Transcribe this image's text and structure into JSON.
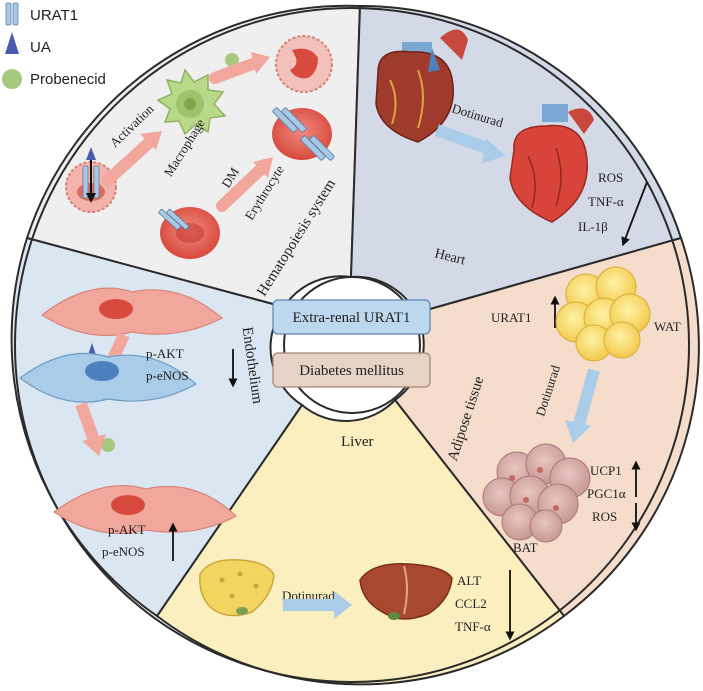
{
  "legend": {
    "items": [
      {
        "label": "URAT1",
        "icon": "urat1-transporter-icon"
      },
      {
        "label": "UA",
        "icon": "uric-acid-drop-icon"
      },
      {
        "label": "Probenecid",
        "icon": "probenecid-dot-icon"
      }
    ]
  },
  "center": {
    "box1": "Extra-renal URAT1",
    "box2": "Diabetes mellitus"
  },
  "sectors": {
    "hematopoiesis": {
      "title": "Hematopoiesis system",
      "activation": "Activation",
      "macrophage": "Macrophage",
      "dm": "DM",
      "erythrocyte": "Erythrocyte"
    },
    "heart": {
      "title": "Heart",
      "drug": "Dotinurad",
      "markers": [
        "ROS",
        "TNF-α",
        "IL-1β"
      ]
    },
    "adipose": {
      "title": "Adipose tissue",
      "urat1": "URAT1",
      "wat": "WAT",
      "drug": "Dotinurad",
      "markers": [
        "UCP1",
        "PGC1α",
        "ROS"
      ],
      "bat": "BAT"
    },
    "liver": {
      "title": "Liver",
      "drug": "Dotinurad",
      "markers": [
        "ALT",
        "CCL2",
        "TNF-α"
      ]
    },
    "endothelium": {
      "title": "Endothelium",
      "markers_top": [
        "p-AKT",
        "p-eNOS"
      ],
      "markers_bottom": [
        "p-AKT",
        "p-eNOS"
      ]
    }
  },
  "colors": {
    "hematopoiesis_bg": "#efefef",
    "heart_bg": "#d3d9e6",
    "adipose_bg": "#f6dccb",
    "liver_bg": "#fbefbf",
    "endothelium_bg": "#dbe6f3",
    "pink_arrow": "#f2a79d",
    "blue_arrow": "#a9cce8",
    "urat1": "#a8c8e4",
    "ua": "#4b5cb0",
    "probenecid": "#a6c97f"
  }
}
